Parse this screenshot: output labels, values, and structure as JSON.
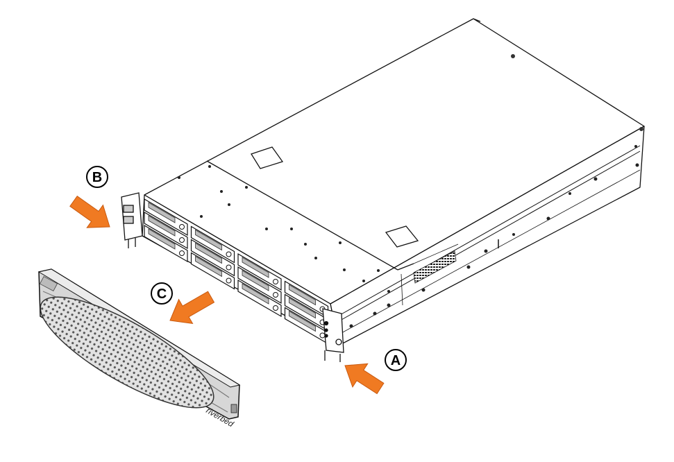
{
  "callouts": {
    "a": "A",
    "b": "B",
    "c": "C"
  },
  "bezel": {
    "brand": "riverbed"
  },
  "colors": {
    "arrow_fill": "#F07A22",
    "arrow_stroke": "#C85A10",
    "line": "#111111",
    "bezel_gray": "#d6d6d6",
    "bezel_dark": "#a9a9a9"
  },
  "icons": {
    "callout_marker": "circled-letter",
    "arrow": "push-arrow"
  }
}
